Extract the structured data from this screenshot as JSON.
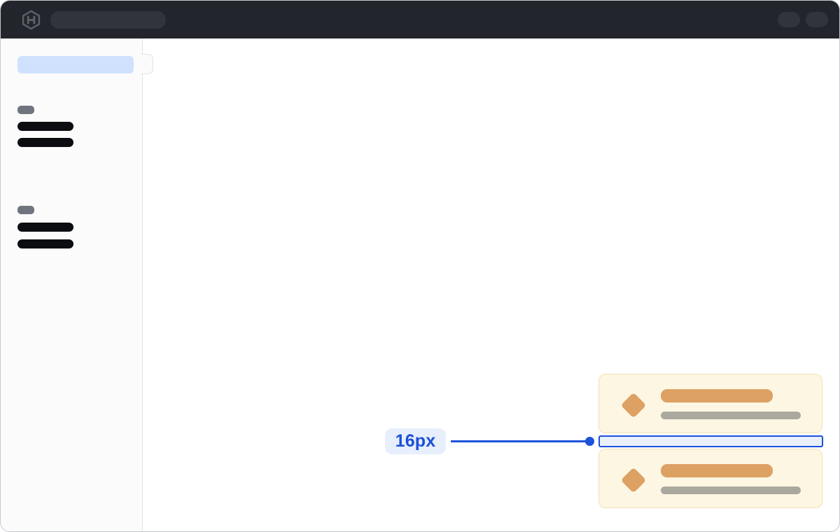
{
  "topbar": {
    "logo_icon": "hashicorp-logo-icon",
    "search_pill_skeleton": true,
    "action_chip_count": 2
  },
  "sidebar": {
    "active_item_skeleton": true,
    "collapse_toggle": true,
    "groups": [
      {
        "section_label_skeleton": true,
        "nav_item_skeletons": 2
      },
      {
        "section_label_skeleton": true,
        "nav_item_skeletons": 2
      }
    ]
  },
  "toasts": [
    {
      "icon": "alert-diamond-icon",
      "title_skeleton": true,
      "description_skeleton": true
    },
    {
      "icon": "alert-diamond-icon",
      "title_skeleton": true,
      "description_skeleton": true
    }
  ],
  "annotation": {
    "label": "16px",
    "measures": "vertical-gap-between-toasts"
  },
  "colors": {
    "frame_border": "#c7c9ce",
    "topbar_bg": "#22252b",
    "topbar_placeholder": "#31343c",
    "logo_gray": "#5b6067",
    "sidebar_bg": "#fbfbfb",
    "sidebar_divider": "#e2e3e8",
    "active_item_blue": "#cfe1fc",
    "section_label_gray": "#70747e",
    "nav_skeleton_black": "#0b0d11",
    "toast_bg": "#fdf6e3",
    "toast_border": "#f4e1b2",
    "toast_accent_orange": "#dda164",
    "toast_desc_gray": "#aaa89f",
    "annotation_blue": "#1c51d9",
    "annotation_fill": "#e9f0fc",
    "annotation_pill_bg": "#e7eefc"
  }
}
